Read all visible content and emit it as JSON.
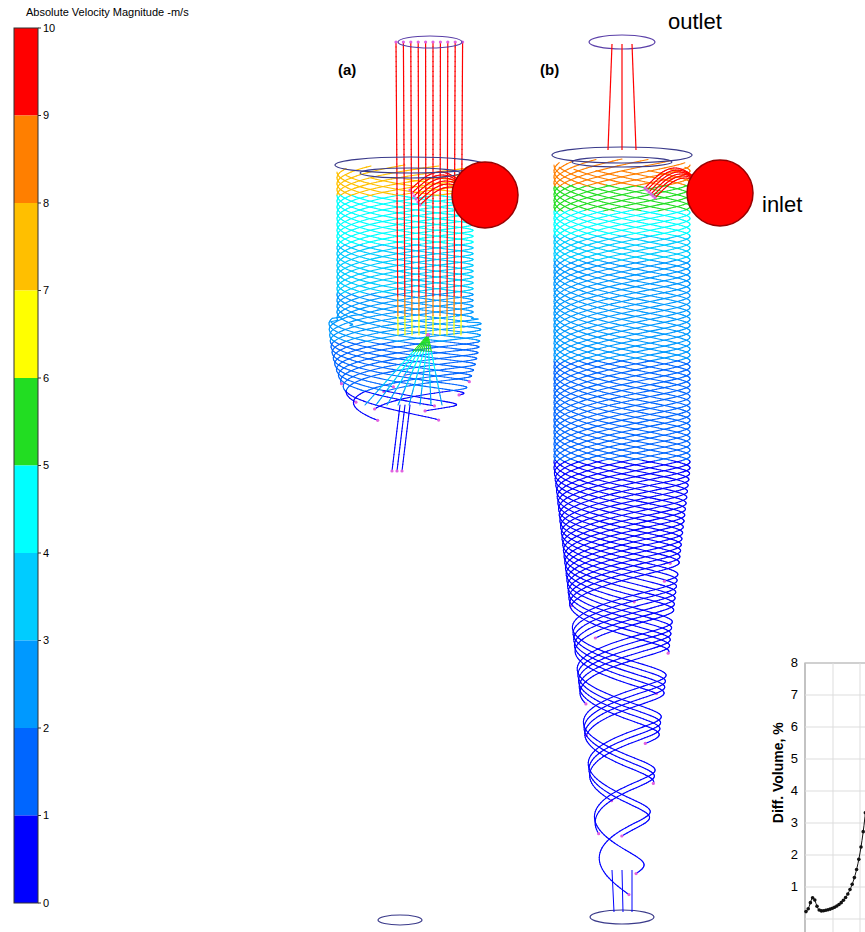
{
  "diagram": {
    "labels": [
      "Absolute Velocity Magnitude -m/s",
      "10",
      "9",
      "8",
      "7",
      "6",
      "5",
      "4",
      "3",
      "2",
      "1",
      "0",
      "(a)",
      "(b)",
      "outlet",
      "inlet",
      "Diff. Volume, %",
      "8",
      "7",
      "6",
      "5",
      "4",
      "3",
      "2",
      "1"
    ]
  }
}
